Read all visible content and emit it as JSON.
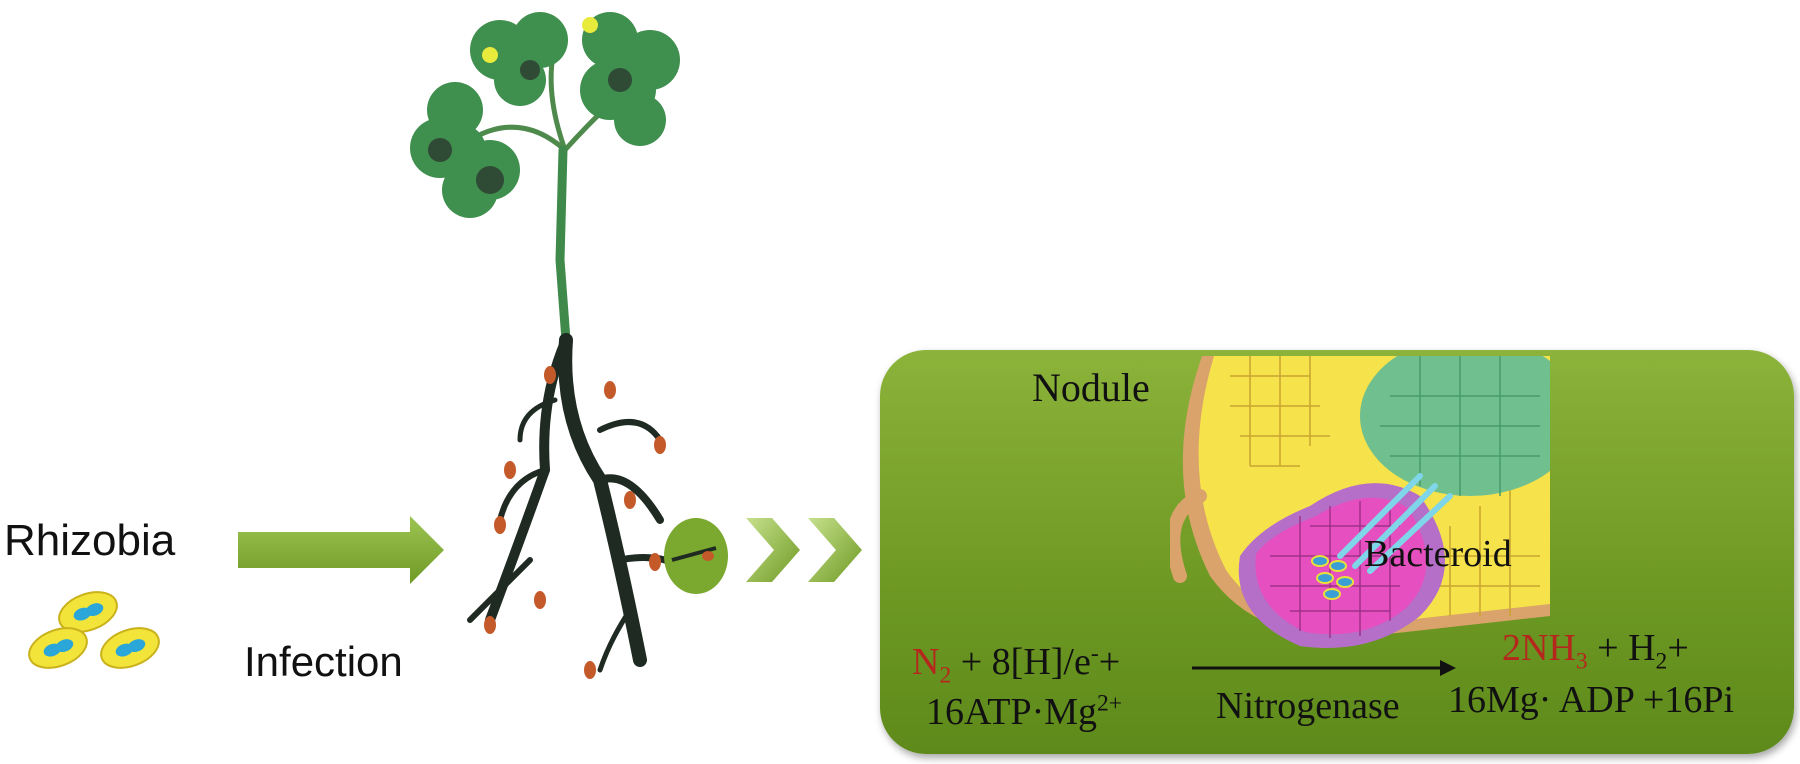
{
  "labels": {
    "rhizobia": "Rhizobia",
    "infection": "Infection",
    "nodule": "Nodule",
    "bacteroid": "Bacteroid",
    "enzyme": "Nitrogenase"
  },
  "equation": {
    "reactant1": "N",
    "reactant1_sub": "2",
    "reactant2": " + 8[H]/e",
    "reactant2_sup": "-",
    "reactant2_tail": "+",
    "reactant3": "16ATP·Mg",
    "reactant3_sup": "2+",
    "product1": "2NH",
    "product1_sub": "3",
    "product2": " + H",
    "product2_sub": "2",
    "product2_tail": "+",
    "product3": "16Mg· ADP +16Pi"
  },
  "colors": {
    "panel_green": "#7aa52d",
    "arrow_green": "#86b13a",
    "highlight_red": "#b5271d"
  }
}
